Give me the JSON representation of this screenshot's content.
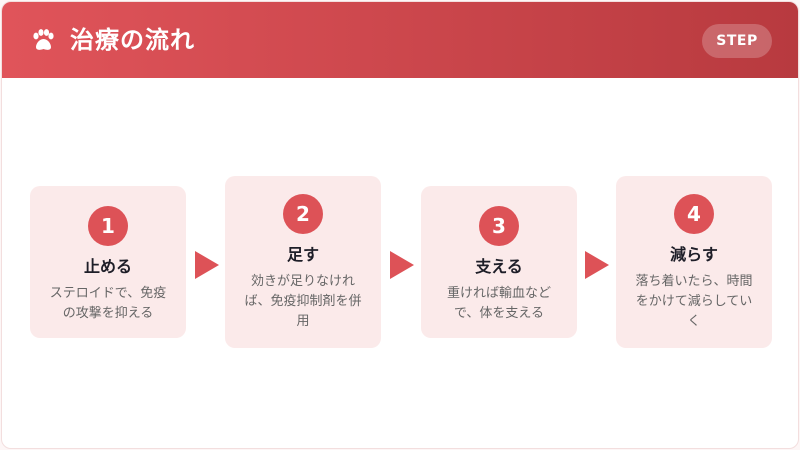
{
  "header": {
    "icon": "paw-icon",
    "title": "治療の流れ",
    "badge": "STEP",
    "gradient": [
      "#e0545a",
      "#b83a3f"
    ]
  },
  "colors": {
    "accent": "#dd5257",
    "step_bg": "#fbeaea",
    "title_text": "#1e1e28",
    "desc_text": "#666666"
  },
  "steps": [
    {
      "number": "1",
      "title": "止める",
      "description": "ステロイドで、免疫の攻撃を抑える"
    },
    {
      "number": "2",
      "title": "足す",
      "description": "効きが足りなければ、免疫抑制剤を併用"
    },
    {
      "number": "3",
      "title": "支える",
      "description": "重ければ輸血などで、体を支える"
    },
    {
      "number": "4",
      "title": "減らす",
      "description": "落ち着いたら、時間をかけて減らしていく"
    }
  ]
}
